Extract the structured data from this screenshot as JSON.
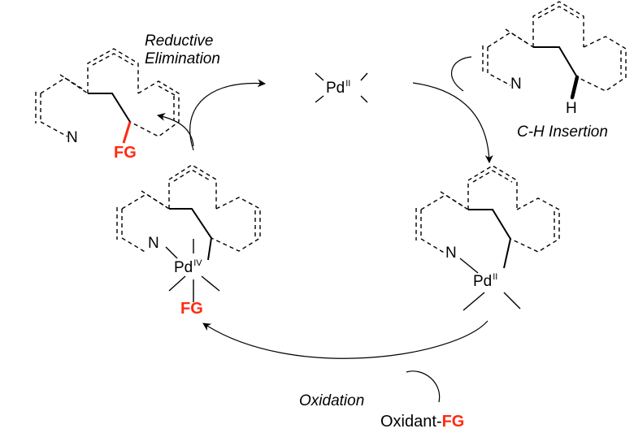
{
  "steps": {
    "reductive_line1": "Reductive",
    "reductive_line2": "Elimination",
    "ch_insertion": "C-H Insertion",
    "oxidation": "Oxidation"
  },
  "species": {
    "pd_center": {
      "metal": "Pd",
      "ox": "II"
    },
    "pd_right": {
      "metal": "Pd",
      "ox": "II"
    },
    "pd_left": {
      "metal": "Pd",
      "ox": "IV"
    }
  },
  "atoms": {
    "nitrogen": "N",
    "hydrogen": "H",
    "functional_group": "FG"
  },
  "reagent": {
    "prefix": "Oxidant-",
    "fg": "FG"
  },
  "colors": {
    "highlight": "#ff2a12",
    "ink": "#000000"
  }
}
